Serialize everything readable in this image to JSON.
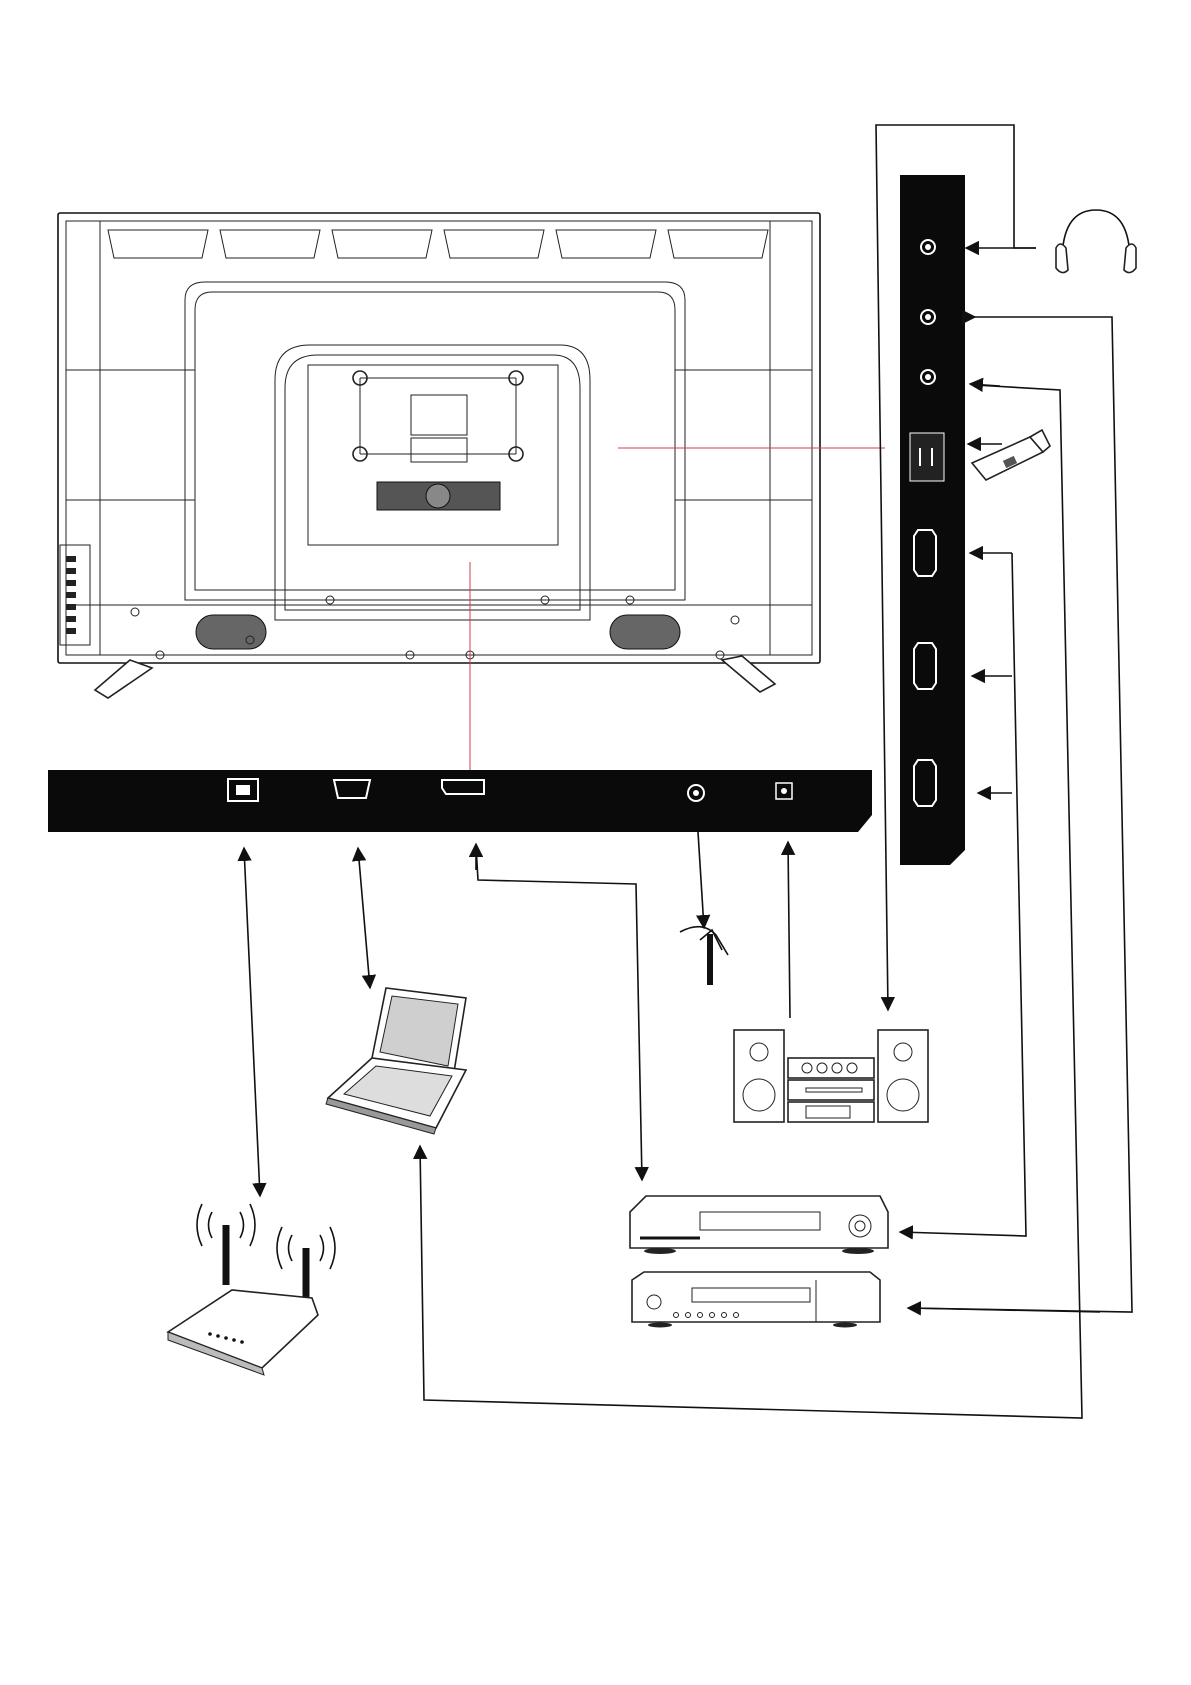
{
  "diagram": {
    "type": "tv-rear-connection-diagram",
    "colors": {
      "panel": "#0a0a0a",
      "line": "#111111",
      "callout": "#d04050",
      "background": "#ffffff"
    },
    "tv_back": {
      "name": "tv-rear-view",
      "icon": "tv-back-icon"
    },
    "side_panel": {
      "name": "side-connector-panel",
      "ports": [
        "headphone-jack-icon",
        "audio-jack-icon",
        "av-jack-icon",
        "usb-port-icon",
        "hdmi-port-1-icon",
        "hdmi-port-2-icon",
        "hdmi-port-3-icon"
      ]
    },
    "bottom_panel": {
      "name": "bottom-connector-panel",
      "ports": [
        "lan-port-icon",
        "vga-port-icon",
        "scart-port-icon",
        "antenna-port-icon",
        "optical-port-icon"
      ]
    },
    "devices": [
      "headphones-icon",
      "usb-stick-icon",
      "antenna-icon",
      "hifi-system-icon",
      "laptop-icon",
      "router-icon",
      "vcr-icon",
      "dvd-player-icon"
    ]
  }
}
